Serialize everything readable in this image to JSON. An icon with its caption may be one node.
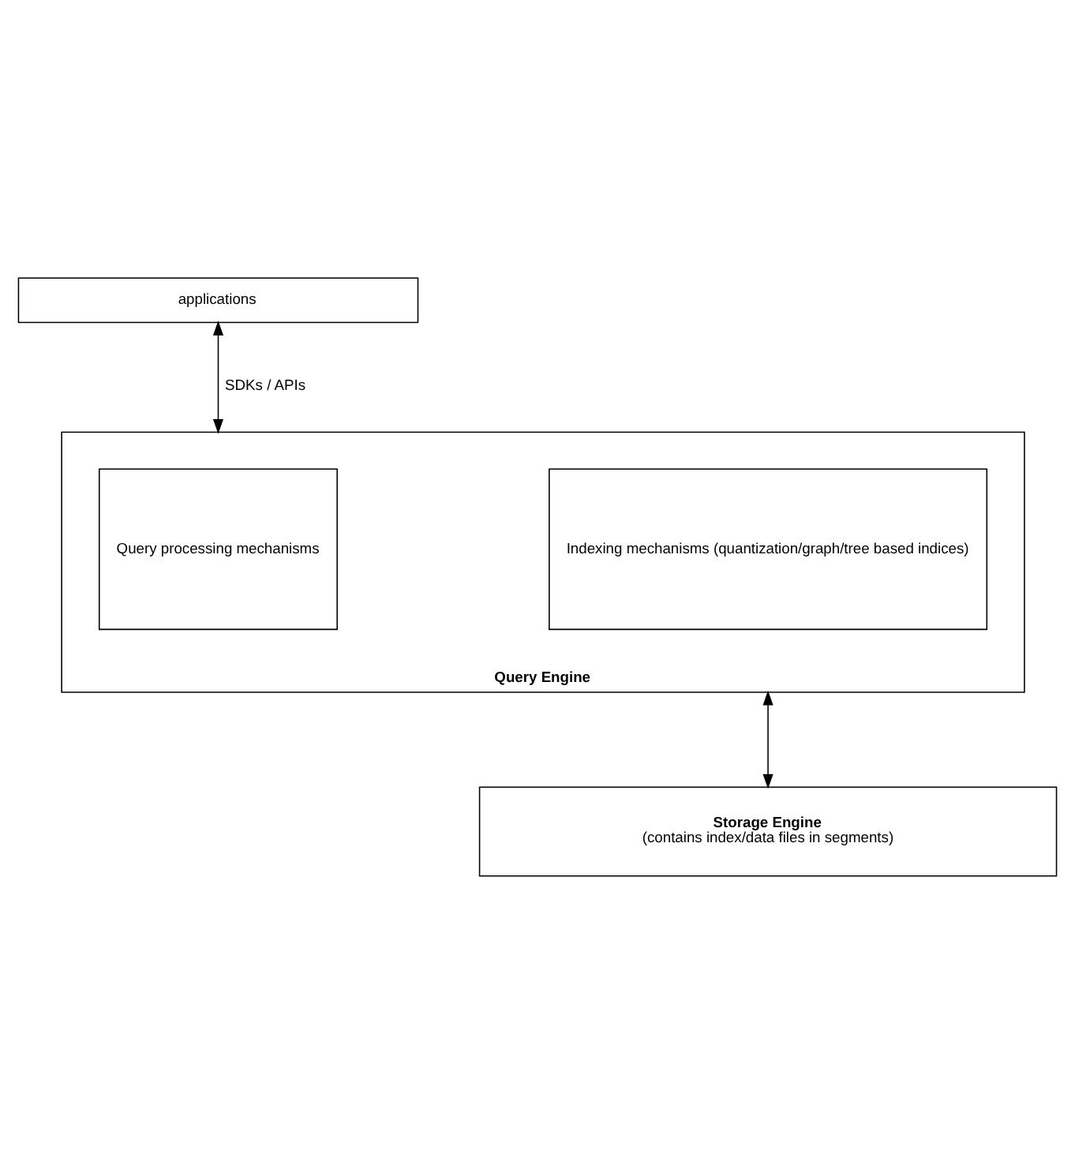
{
  "diagram": {
    "nodes": [
      {
        "text": [
          "applications"
        ]
      },
      {
        "text": [
          "Query Engine"
        ]
      },
      {
        "text": [
          "Query processing mechanisms"
        ],
        "in": 1
      },
      {
        "text": [
          "Indexing mechanisms (quantization/graph/tree based indices)"
        ],
        "in": 1
      },
      {
        "text": [
          "Storage Engine",
          "(contains index/data files in segments)"
        ]
      }
    ],
    "edges": [
      {
        "from": 0,
        "to": 1,
        "arrow": "both",
        "label": "SDKs / APIs"
      },
      {
        "from": 1,
        "to": 4,
        "arrow": "both"
      }
    ]
  }
}
